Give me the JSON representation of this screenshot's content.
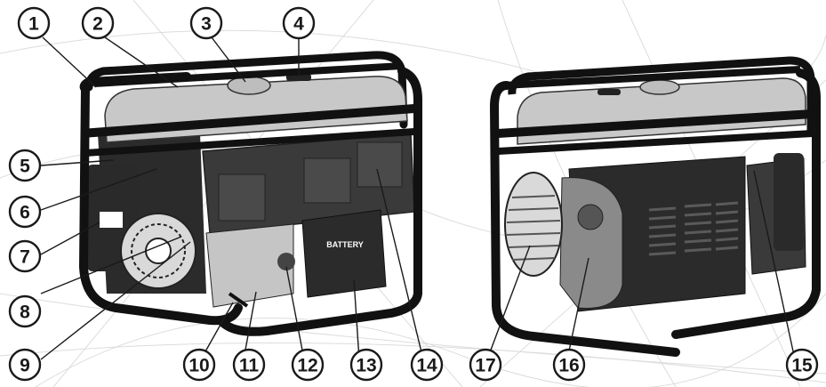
{
  "figure": {
    "colors": {
      "frame": "#111111",
      "tank": "#c8c8c8",
      "panel": "#3a3a3a",
      "body_dark": "#2a2a2a",
      "light_grey": "#bdbdbd",
      "background_lines": "#d8d8d8"
    },
    "battery_label": "BATTERY",
    "callouts": [
      {
        "number": "1"
      },
      {
        "number": "2"
      },
      {
        "number": "3"
      },
      {
        "number": "4"
      },
      {
        "number": "5"
      },
      {
        "number": "6"
      },
      {
        "number": "7"
      },
      {
        "number": "8"
      },
      {
        "number": "9"
      },
      {
        "number": "10"
      },
      {
        "number": "11"
      },
      {
        "number": "12"
      },
      {
        "number": "13"
      },
      {
        "number": "14"
      },
      {
        "number": "17"
      },
      {
        "number": "16"
      },
      {
        "number": "15"
      }
    ]
  }
}
